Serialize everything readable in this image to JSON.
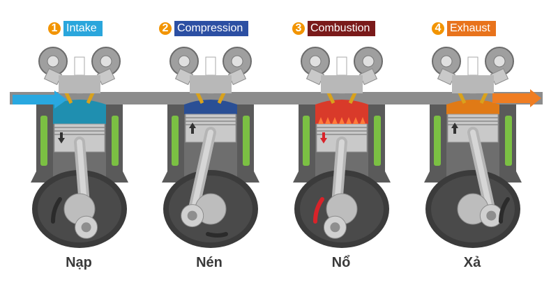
{
  "strokes": [
    {
      "number": "1",
      "title": "Intake",
      "caption": "Nạp",
      "label_color": "#2aa6dc",
      "badge_color": "#f29400",
      "mixture_color": "#1f8fb0",
      "piston_dir": "down"
    },
    {
      "number": "2",
      "title": "Compression",
      "caption": "Nén",
      "label_color": "#2c4fa3",
      "badge_color": "#f29400",
      "mixture_color": "#2a4f95",
      "piston_dir": "up"
    },
    {
      "number": "3",
      "title": "Combustion",
      "caption": "Nổ",
      "label_color": "#7a1a1a",
      "badge_color": "#f29400",
      "mixture_color": "#d93a2a",
      "piston_dir": "down"
    },
    {
      "number": "4",
      "title": "Exhaust",
      "caption": "Xả",
      "label_color": "#e8731c",
      "badge_color": "#f29400",
      "mixture_color": "#e07a16",
      "piston_dir": "up"
    }
  ],
  "colors": {
    "block": "#8c8c8c",
    "block_dark": "#5a5a5a",
    "crankcase": "#3b3b3b",
    "metal": "#c9c9c9",
    "water_jacket": "#7bc043",
    "intake_arrow": "#29a8e0",
    "exhaust_arrow": "#ef7d22",
    "rotation_arrow": "#2b2b2b",
    "combustion_arrow": "#d8232a"
  }
}
